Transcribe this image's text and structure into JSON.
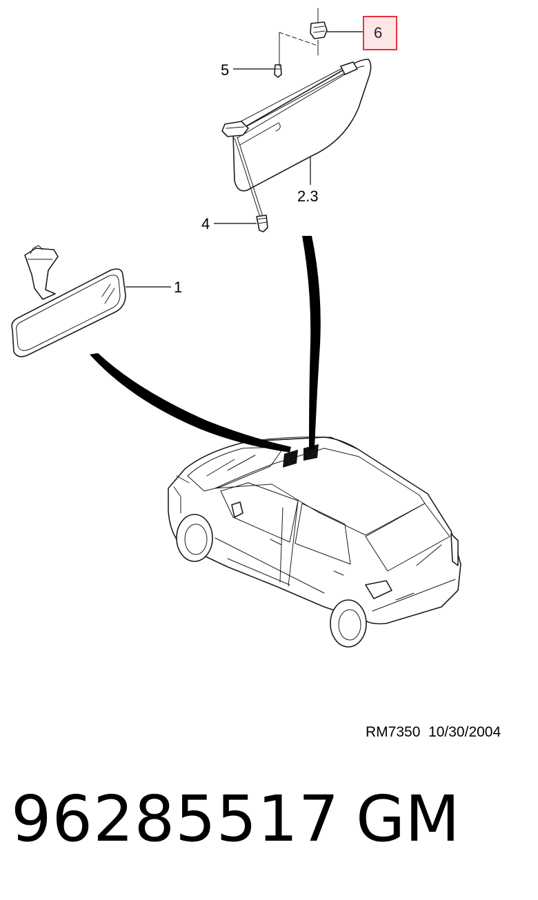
{
  "callouts": {
    "c1": "1",
    "c23": "2.3",
    "c4": "4",
    "c5": "5",
    "c6": "6"
  },
  "highlight_color": "#e8303a",
  "highlight_fill": "#fde6e8",
  "footer": {
    "ref_code": "RM7350",
    "date": "10/30/2004",
    "part_number": "96285517",
    "brand": "GM"
  }
}
